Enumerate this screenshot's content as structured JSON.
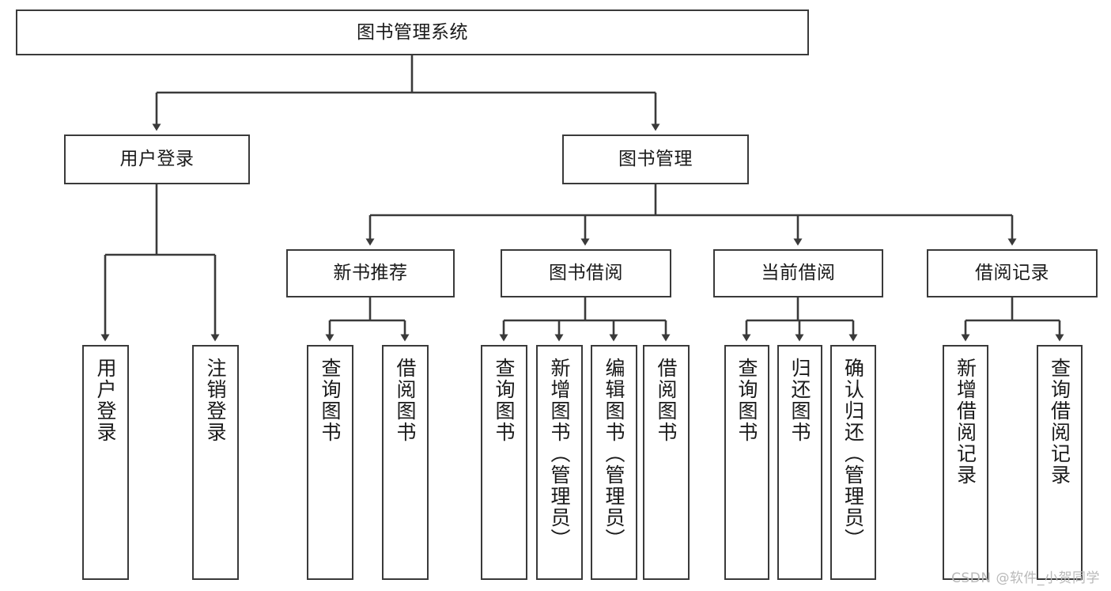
{
  "diagram": {
    "title": "图书管理系统",
    "watermark": "CSDN @软件_小贺同学",
    "colors": {
      "border": "#3a3a3a",
      "fill": "#ffffff",
      "text": "#1a1a1a",
      "watermark": "#b9b9b9"
    },
    "levels": {
      "root": {
        "label": "图书管理系统"
      },
      "modules": [
        {
          "label": "用户登录"
        },
        {
          "label": "图书管理"
        }
      ],
      "submodules": [
        {
          "label": "新书推荐"
        },
        {
          "label": "图书借阅"
        },
        {
          "label": "当前借阅"
        },
        {
          "label": "借阅记录"
        }
      ],
      "leaves": [
        {
          "label": "用户登录"
        },
        {
          "label": "注销登录"
        },
        {
          "label": "查询图书"
        },
        {
          "label": "借阅图书"
        },
        {
          "label": "查询图书"
        },
        {
          "label": "新增图书（管理员）"
        },
        {
          "label": "编辑图书（管理员）"
        },
        {
          "label": "借阅图书"
        },
        {
          "label": "查询图书"
        },
        {
          "label": "归还图书"
        },
        {
          "label": "确认归还（管理员）"
        },
        {
          "label": "新增借阅记录"
        },
        {
          "label": "查询借阅记录"
        }
      ]
    }
  }
}
